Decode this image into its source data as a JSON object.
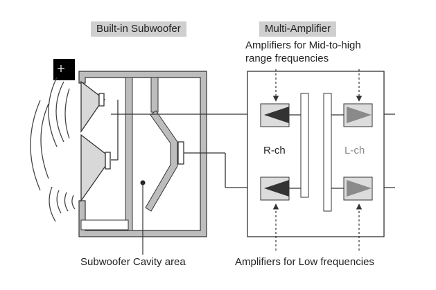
{
  "diagram": {
    "headers": {
      "subwoofer": "Built-in Subwoofer",
      "multi_amp": "Multi-Amplifier"
    },
    "annotations": {
      "mid_high_line1": "Amplifiers for Mid-to-high",
      "mid_high_line2": "range frequencies",
      "low": "Amplifiers for Low frequencies",
      "cavity": "Subwoofer Cavity area"
    },
    "channels": {
      "right": "R-ch",
      "left": "L-ch"
    },
    "colors": {
      "line": "#333333",
      "header_bg": "#cfcfcf",
      "enclosure_fill": "#bdbdbd",
      "amp_box_fill": "#dcdcdc",
      "amp_dark": "#333333",
      "amp_light": "#8a8a8a"
    },
    "icons": [
      "cursor-marker-icon",
      "sound-wave-icon",
      "amplifier-triangle-icon",
      "driver-cone-icon"
    ]
  }
}
